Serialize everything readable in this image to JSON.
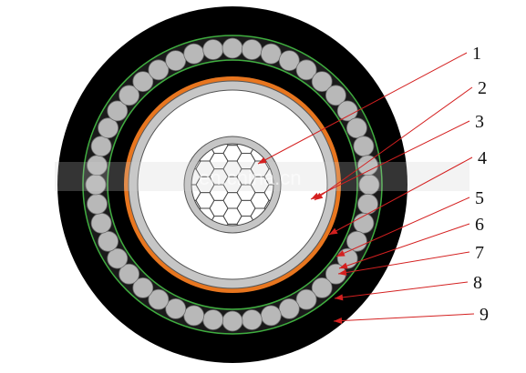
{
  "diagram": {
    "callouts": [
      {
        "label": "1",
        "points_to": "conductor"
      },
      {
        "label": "2",
        "points_to": "conductor-screen"
      },
      {
        "label": "3",
        "points_to": "insulation"
      },
      {
        "label": "4",
        "points_to": "insulation-screen"
      },
      {
        "label": "5",
        "points_to": "copper-tape"
      },
      {
        "label": "6",
        "points_to": "inner-sheath"
      },
      {
        "label": "7",
        "points_to": "bedding"
      },
      {
        "label": "8",
        "points_to": "wire-armour"
      },
      {
        "label": "9",
        "points_to": "outer-sheath"
      }
    ],
    "watermark": "en.china.cn",
    "colors": {
      "outer_sheath": "#000000",
      "armour_wire": "#b8b8b8",
      "armour_bedding": "#3fae3f",
      "copper_tape": "#e8761f",
      "semicon_screen": "#c6c6c6",
      "insulation": "#ffffff",
      "conductor": "#ffffff",
      "leader": "#d42020"
    }
  }
}
